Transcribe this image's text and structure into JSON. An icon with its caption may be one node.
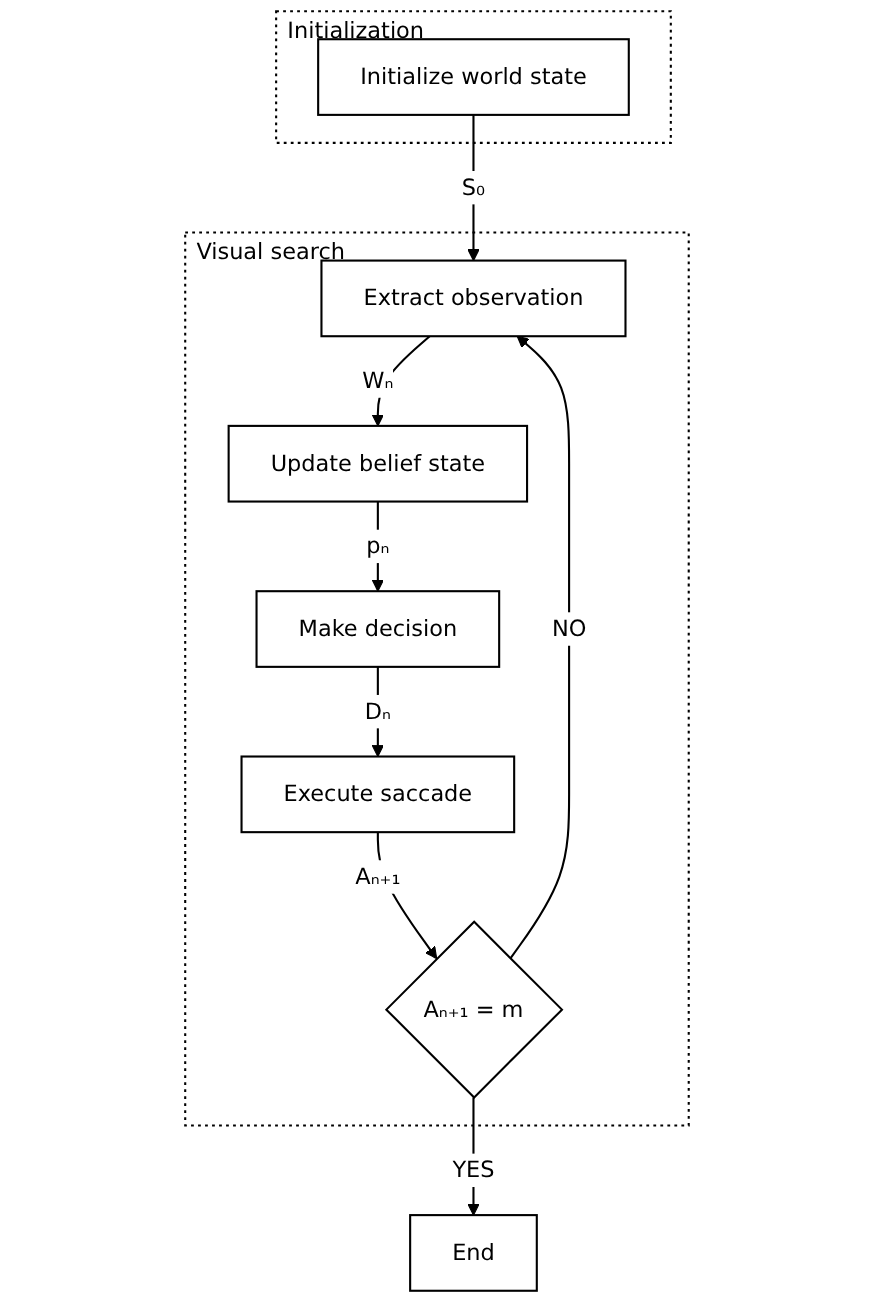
{
  "diagram": {
    "nodes": [
      {
        "text": [
          "Initialization"
        ]
      },
      {
        "text": [
          "Initialize world state"
        ],
        "in": 0
      },
      {
        "text": [
          "Visual search"
        ]
      },
      {
        "text": [
          "Extract observation"
        ],
        "in": 2
      },
      {
        "text": [
          "Update belief state"
        ],
        "in": 2
      },
      {
        "text": [
          "Make decision"
        ],
        "in": 2
      },
      {
        "text": [
          "Execute saccade"
        ],
        "in": 2
      },
      {
        "text": [
          "Aₙ₊₁ = m"
        ],
        "in": 2
      },
      {
        "text": [
          "End"
        ]
      }
    ],
    "edges": [
      {
        "from": 1,
        "to": 3,
        "arrow": "to",
        "label": "S₀"
      },
      {
        "from": 3,
        "to": 4,
        "arrow": "to",
        "label": "Wₙ"
      },
      {
        "from": 4,
        "to": 5,
        "arrow": "to",
        "label": "pₙ"
      },
      {
        "from": 5,
        "to": 6,
        "arrow": "to",
        "label": "Dₙ"
      },
      {
        "from": 6,
        "to": 7,
        "arrow": "to",
        "label": "Aₙ₊₁"
      },
      {
        "from": 7,
        "to": 3,
        "arrow": "to",
        "label": "NO"
      },
      {
        "from": 7,
        "to": 8,
        "arrow": "to",
        "label": "YES"
      }
    ]
  }
}
